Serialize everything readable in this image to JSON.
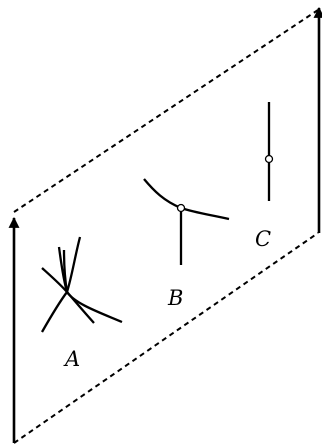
{
  "labels": {
    "a": "A",
    "b": "B",
    "c": "C"
  },
  "style": {
    "stroke_color": "#000000",
    "background": "#ffffff",
    "point_fill": "#ffffff"
  }
}
